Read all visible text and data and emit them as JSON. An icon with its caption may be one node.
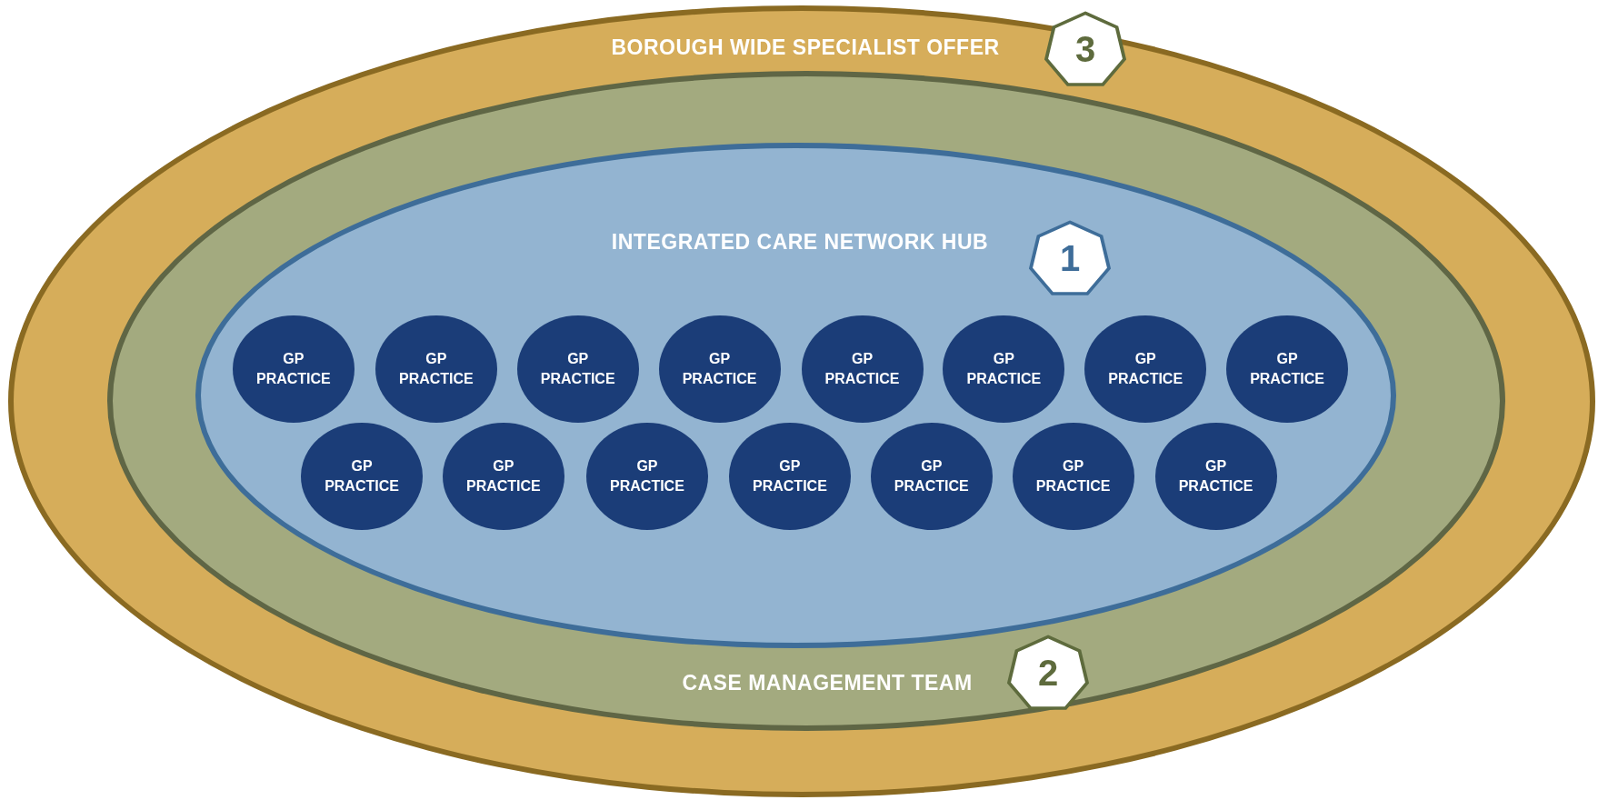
{
  "diagram": {
    "nodes": [
      {
        "text": [
          "BOROUGH WIDE SPECIALIST OFFER"
        ]
      },
      {
        "text": [
          "3"
        ],
        "in": 0
      },
      {
        "text": [
          "CASE MANAGEMENT TEAM"
        ],
        "in": 0
      },
      {
        "text": [
          "2"
        ],
        "in": 2
      },
      {
        "text": [
          "INTEGRATED CARE NETWORK HUB"
        ],
        "in": 2
      },
      {
        "text": [
          "1"
        ],
        "in": 4
      },
      {
        "text": [
          "GP PRACTICE"
        ],
        "in": 4
      },
      {
        "text": [
          "GP PRACTICE"
        ],
        "in": 4
      },
      {
        "text": [
          "GP PRACTICE"
        ],
        "in": 4
      },
      {
        "text": [
          "GP PRACTICE"
        ],
        "in": 4
      },
      {
        "text": [
          "GP PRACTICE"
        ],
        "in": 4
      },
      {
        "text": [
          "GP PRACTICE"
        ],
        "in": 4
      },
      {
        "text": [
          "GP PRACTICE"
        ],
        "in": 4
      },
      {
        "text": [
          "GP PRACTICE"
        ],
        "in": 4
      },
      {
        "text": [
          "GP PRACTICE"
        ],
        "in": 4
      },
      {
        "text": [
          "GP PRACTICE"
        ],
        "in": 4
      },
      {
        "text": [
          "GP PRACTICE"
        ],
        "in": 4
      },
      {
        "text": [
          "GP PRACTICE"
        ],
        "in": 4
      },
      {
        "text": [
          "GP PRACTICE"
        ],
        "in": 4
      },
      {
        "text": [
          "GP PRACTICE"
        ],
        "in": 4
      },
      {
        "text": [
          "GP PRACTICE"
        ],
        "in": 4
      }
    ],
    "edges": []
  }
}
